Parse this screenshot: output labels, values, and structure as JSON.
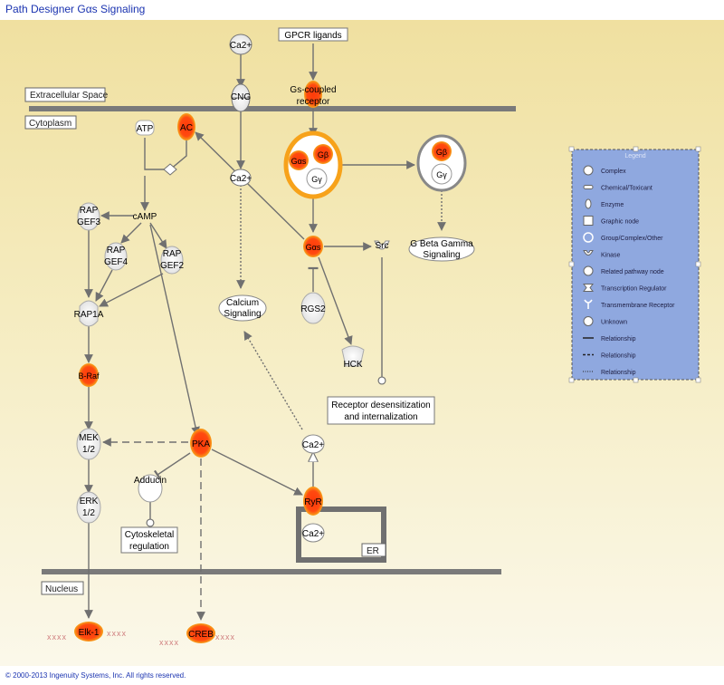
{
  "title": "Path Designer Gαs Signaling",
  "copyright": "© 2000-2013 Ingenuity Systems, Inc. All rights reserved.",
  "compartments": {
    "extracellular": "Extracellular Space",
    "cytoplasm": "Cytoplasm",
    "nucleus": "Nucleus",
    "er": "ER"
  },
  "nodes": {
    "ca_top": "Ca2+",
    "gpcr_ligands": "GPCR ligands",
    "cng": "CNG",
    "gs_receptor_1": "Gs-coupled",
    "gs_receptor_2": "receptor",
    "atp": "ATP",
    "ac": "AC",
    "gas_complex": "Gαs",
    "gb_complex": "Gβ",
    "gy_complex": "Gγ",
    "gb_right": "Gβ",
    "gy_right": "Gγ",
    "ca_mid": "Ca2+",
    "camp": "cAMP",
    "rapgef3_1": "RAP",
    "rapgef3_2": "GEF3",
    "rapgef4_1": "RAP",
    "rapgef4_2": "GEF4",
    "rapgef2_1": "RAP",
    "rapgef2_2": "GEF2",
    "gas": "Gαs",
    "src": "Src",
    "gbg_sig_1": "G Beta Gamma",
    "gbg_sig_2": "Signaling",
    "calcium_sig_1": "Calcium",
    "calcium_sig_2": "Signaling",
    "rgs2": "RGS2",
    "rap1a": "RAP1A",
    "hck": "HCK",
    "braf": "B-Raf",
    "rd_1": "Receptor desensitization",
    "rd_2": "and internalization",
    "mek_1": "MEK",
    "mek_2": "1/2",
    "pka": "PKA",
    "ca_low": "Ca2+",
    "adducin": "Adducin",
    "erk_1": "ERK",
    "erk_2": "1/2",
    "ryr": "RyR",
    "ca_er": "Ca2+",
    "cyto_1": "Cytoskeletal",
    "cyto_2": "regulation",
    "elk1": "Elk-1",
    "creb": "CREB"
  },
  "legend": {
    "title": "Legend",
    "items": [
      {
        "icon": "complex-icon",
        "label": "Complex"
      },
      {
        "icon": "chemical-icon",
        "label": "Chemical/Toxicant"
      },
      {
        "icon": "enzyme-icon",
        "label": "Enzyme"
      },
      {
        "icon": "graphic-node-icon",
        "label": "Graphic node"
      },
      {
        "icon": "group-icon",
        "label": "Group/Complex/Other"
      },
      {
        "icon": "kinase-icon",
        "label": "Kinase"
      },
      {
        "icon": "related-pathway-icon",
        "label": "Related pathway node"
      },
      {
        "icon": "transcription-regulator-icon",
        "label": "Transcription Regulator"
      },
      {
        "icon": "transmembrane-receptor-icon",
        "label": "Transmembrane Receptor"
      },
      {
        "icon": "unknown-icon",
        "label": "Unknown"
      },
      {
        "icon": "solid-line-icon",
        "label": "Relationship"
      },
      {
        "icon": "dashed-line-icon",
        "label": "Relationship"
      },
      {
        "icon": "dotted-line-icon",
        "label": "Relationship"
      }
    ]
  },
  "colors": {
    "highlight": "#ff3a0a",
    "highlight_glow": "#f7a21a",
    "membrane": "#7a7a7a",
    "edge": "#707070",
    "legend_bg": "#8fa8df",
    "node_bg": "#ffffff"
  }
}
